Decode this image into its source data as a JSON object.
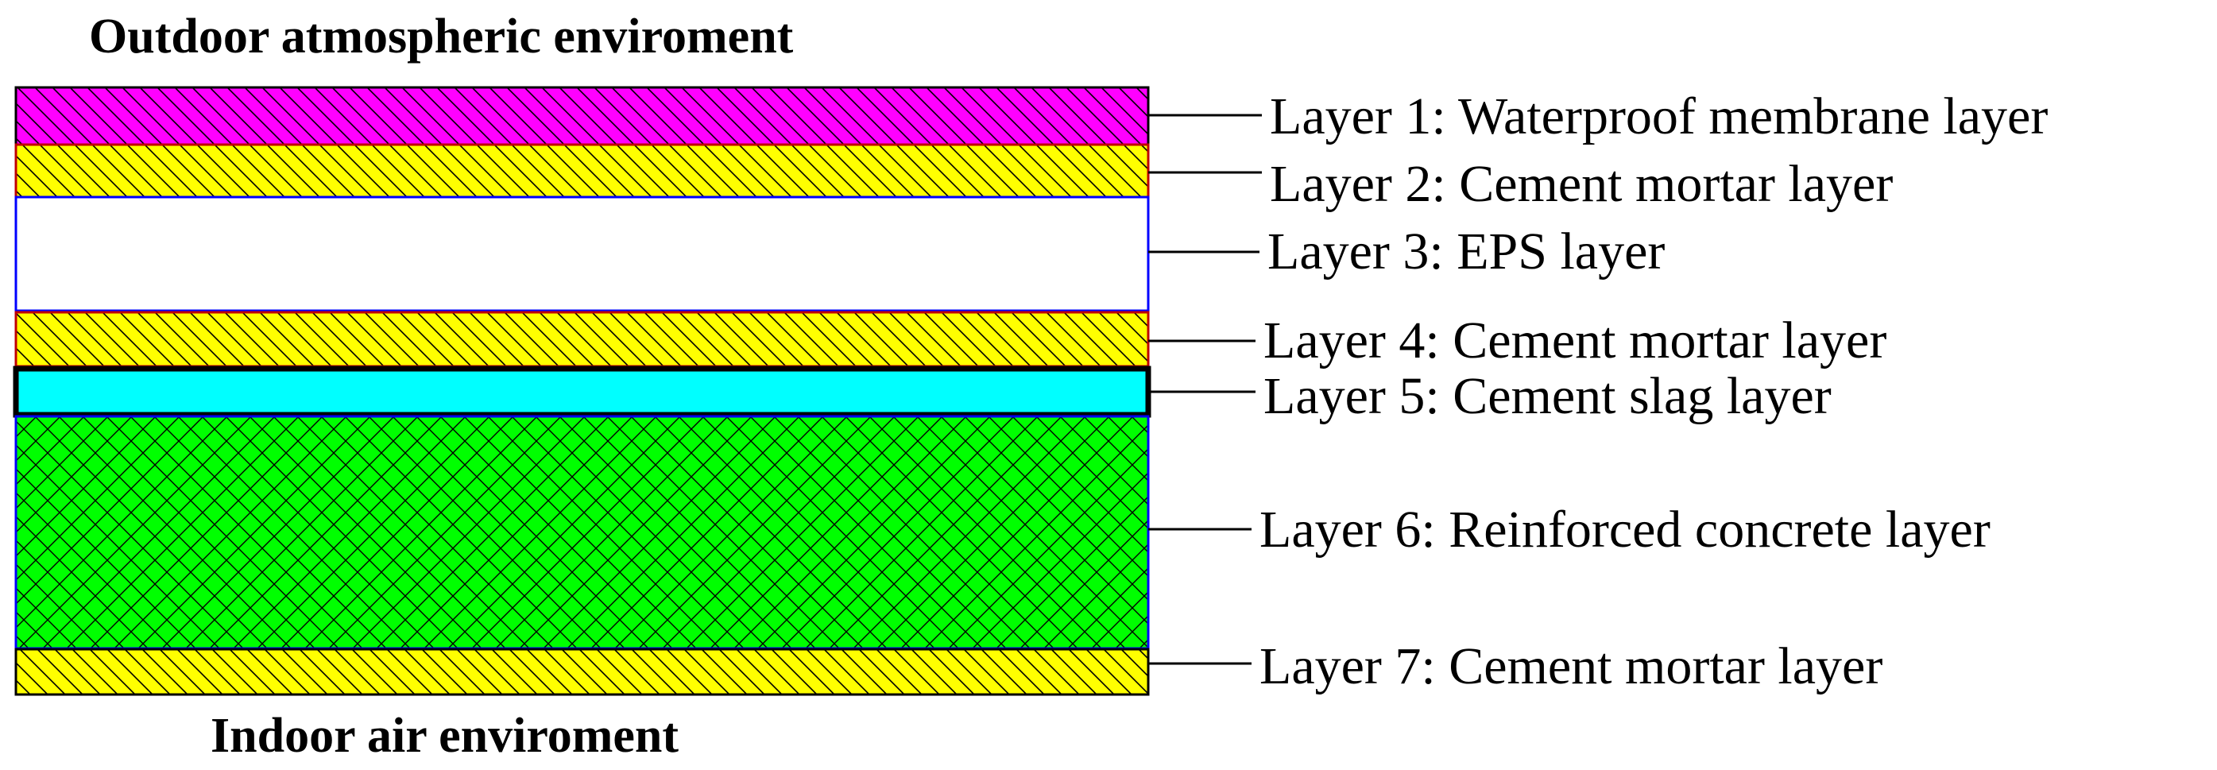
{
  "diagram": {
    "top_title": "Outdoor atmospheric enviroment",
    "bottom_title": "Indoor air enviroment",
    "layers": [
      {
        "label": "Layer 1: Waterproof membrane layer",
        "fill": "#FF00FF",
        "pattern": "single-hatch"
      },
      {
        "label": "Layer 2: Cement mortar layer",
        "fill": "#FFFF00",
        "pattern": "single-hatch"
      },
      {
        "label": "Layer 3: EPS layer",
        "fill": "#FFFFFF",
        "pattern": "none"
      },
      {
        "label": "Layer 4: Cement mortar layer",
        "fill": "#FFFF00",
        "pattern": "single-hatch"
      },
      {
        "label": "Layer 5: Cement slag layer",
        "fill": "#00FFFF",
        "pattern": "none"
      },
      {
        "label": "Layer 6: Reinforced concrete layer",
        "fill": "#00FF00",
        "pattern": "cross-hatch"
      },
      {
        "label": "Layer 7: Cement mortar layer",
        "fill": "#FFFF00",
        "pattern": "single-hatch"
      }
    ]
  }
}
